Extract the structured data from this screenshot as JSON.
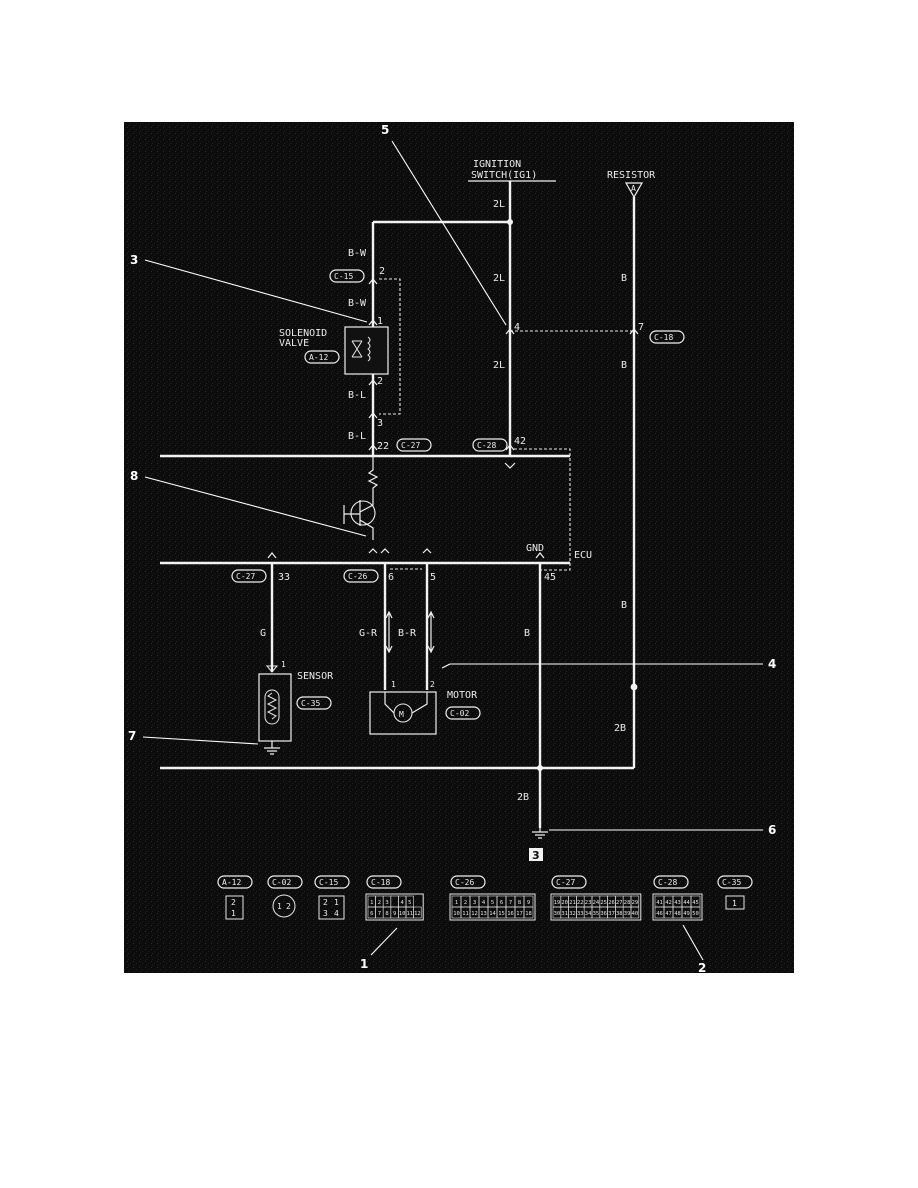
{
  "supply": {
    "ignition_line1": "IGNITION",
    "ignition_line2": "SWITCH(IG1)",
    "resistor": "RESISTOR",
    "resistor_symbol": "A"
  },
  "callouts": [
    "1",
    "2",
    "3",
    "4",
    "5",
    "6",
    "7",
    "8"
  ],
  "wires": {
    "w_2L_top": "2L",
    "w_BW_1": "B-W",
    "w_2L_mid": "2L",
    "w_BW_2": "B-W",
    "w_B_res1": "B",
    "w_B_res2": "B",
    "w_2L_low": "2L",
    "w_BL_1": "B-L",
    "w_BL_2": "B-L",
    "w_G": "G",
    "w_GR": "G-R",
    "w_BR": "B-R",
    "w_B_gnd": "B",
    "w_B_res3": "B",
    "w_2B_res": "2B",
    "w_2B_gnd": "2B"
  },
  "connectors": {
    "c15": "C-15",
    "c18": "C-18",
    "a12": "A-12",
    "c27_top": "C-27",
    "c28_top": "C-28",
    "c27_bot": "C-27",
    "c26_bot": "C-26",
    "c35": "C-35",
    "c02": "C-02"
  },
  "pins": {
    "p_c15_2": "2",
    "p_c18_4": "4",
    "p_c18_7": "7",
    "p_sol_1": "1",
    "p_sol_2": "2",
    "p_c15_3": "3",
    "p_c27_22": "22",
    "p_c28_42": "42",
    "p_c27_33": "33",
    "p_c26_6": "6",
    "p_c26_5": "5",
    "p_c28_45": "45",
    "p_sensor_1": "1",
    "p_motor_1": "1",
    "p_motor_2": "2"
  },
  "components": {
    "solenoid_line1": "SOLENOID",
    "solenoid_line2": "VALVE",
    "ecu": "ECU",
    "gnd": "GND",
    "sensor": "SENSOR",
    "motor": "MOTOR",
    "motor_symbol": "M",
    "ground_point": "3"
  },
  "legend": {
    "a12": {
      "tag": "A-12",
      "pins": [
        "2",
        "1"
      ]
    },
    "c02": {
      "tag": "C-02",
      "pins": [
        "1",
        "2"
      ]
    },
    "c15": {
      "tag": "C-15",
      "pins": [
        "2",
        "1",
        "3",
        "4"
      ]
    },
    "c18": {
      "tag": "C-18",
      "row1": [
        "1",
        "2",
        "3",
        "",
        "4",
        "5"
      ],
      "row2": [
        "6",
        "7",
        "8",
        "9",
        "10",
        "11",
        "12"
      ]
    },
    "c26": {
      "tag": "C-26",
      "row1": [
        "1",
        "2",
        "3",
        "4",
        "5",
        "6",
        "7",
        "8",
        "9"
      ],
      "row2": [
        "10",
        "11",
        "12",
        "13",
        "14",
        "15",
        "16",
        "17",
        "18"
      ]
    },
    "c27": {
      "tag": "C-27",
      "row1": [
        "19",
        "20",
        "21",
        "22",
        "23",
        "24",
        "25",
        "26",
        "27",
        "28",
        "29"
      ],
      "row2": [
        "30",
        "31",
        "32",
        "33",
        "34",
        "35",
        "36",
        "37",
        "38",
        "39",
        "40"
      ]
    },
    "c28": {
      "tag": "C-28",
      "row1": [
        "41",
        "42",
        "43",
        "44",
        "45"
      ],
      "row2": [
        "46",
        "47",
        "48",
        "49",
        "50"
      ]
    },
    "c35": {
      "tag": "C-35",
      "pins": [
        "1"
      ]
    }
  },
  "colors": {
    "background": "#0d0d0d",
    "line": "#f2f2f2",
    "page": "#ffffff"
  }
}
